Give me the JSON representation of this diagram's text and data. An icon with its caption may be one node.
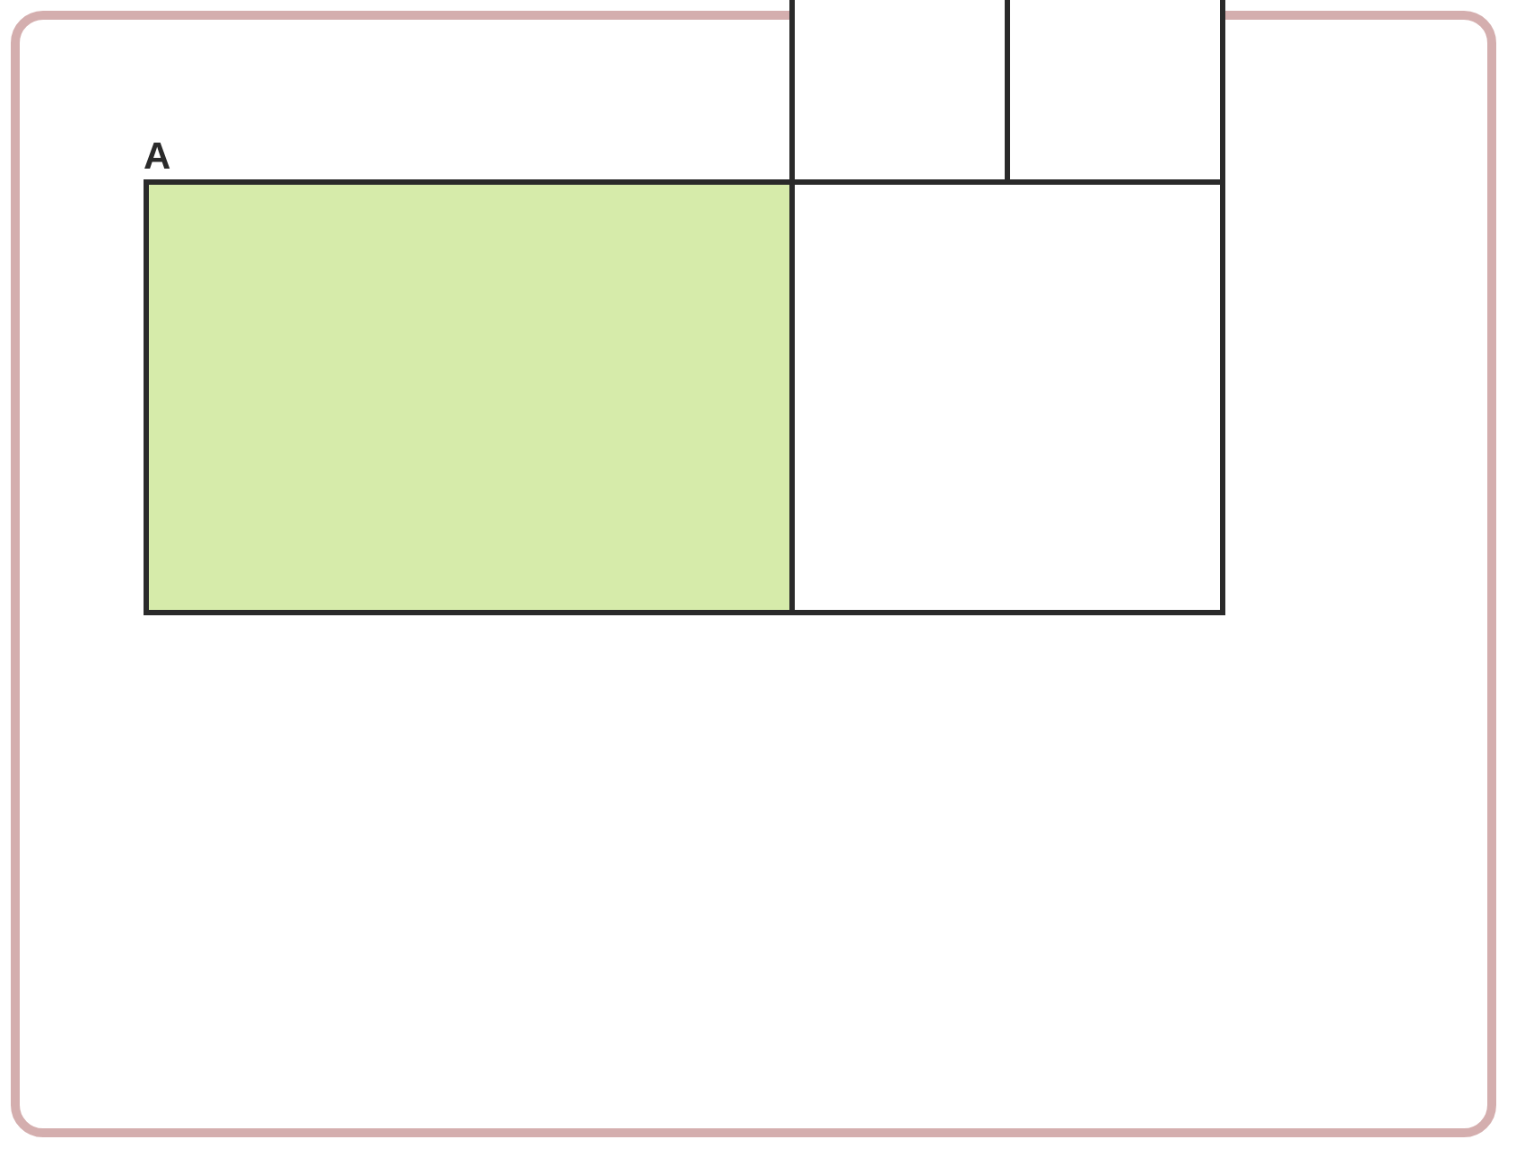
{
  "diagram": {
    "nodes": [
      {
        "text": [],
        "shape": "box"
      },
      {
        "text": [
          "A"
        ],
        "in": 0
      },
      {
        "text": [],
        "shape": "box",
        "in": 0
      },
      {
        "text": [],
        "shape": "box"
      },
      {
        "text": [],
        "shape": "box"
      }
    ]
  }
}
